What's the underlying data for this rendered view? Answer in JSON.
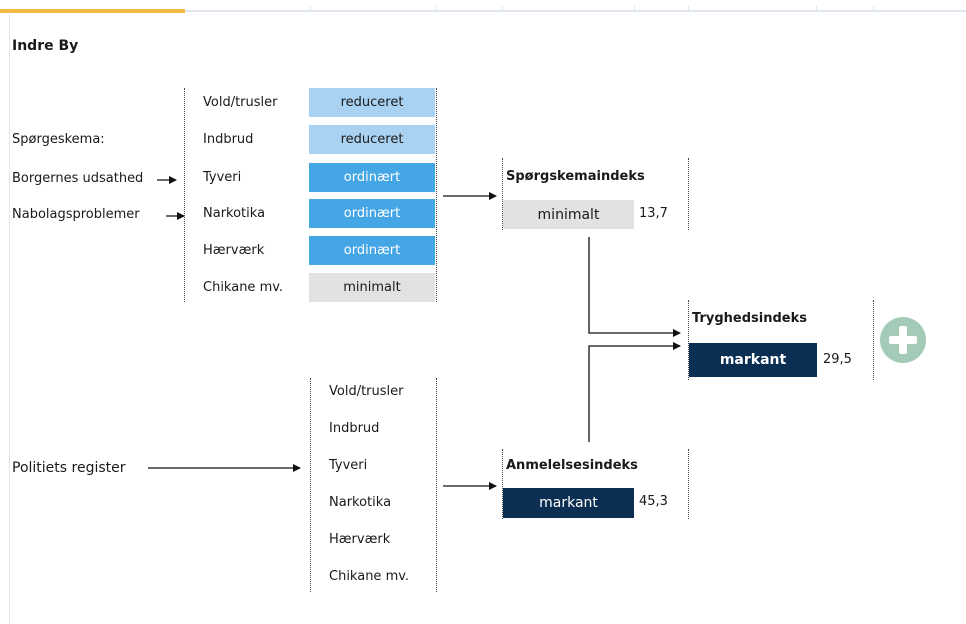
{
  "title": "Indre By",
  "sources": {
    "questionnaire_label": "Spørgeskema:",
    "inputs": [
      "Borgernes udsathed",
      "Nabolagsproblemer"
    ],
    "police_register": "Politiets register"
  },
  "questionnaire_categories": [
    {
      "label": "Vold/trusler",
      "level": "reduceret"
    },
    {
      "label": "Indbrud",
      "level": "reduceret"
    },
    {
      "label": "Tyveri",
      "level": "ordinært"
    },
    {
      "label": "Narkotika",
      "level": "ordinært"
    },
    {
      "label": "Hærværk",
      "level": "ordinært"
    },
    {
      "label": "Chikane mv.",
      "level": "minimalt"
    }
  ],
  "register_categories": [
    "Vold/trusler",
    "Indbrud",
    "Tyveri",
    "Narkotika",
    "Hærværk",
    "Chikane mv."
  ],
  "indices": {
    "survey": {
      "title": "Spørgskemaindeks",
      "level": "minimalt",
      "value": "13,7"
    },
    "report": {
      "title": "Anmelelsesindeks",
      "level": "markant",
      "value": "45,3"
    },
    "safety": {
      "title": "Tryghedsindeks",
      "level": "markant",
      "value": "29,5"
    }
  },
  "colors": {
    "reduceret": "#a9d2f2",
    "ordinært": "#45a6e6",
    "minimalt": "#e2e2e2",
    "markant": "#0b2f52",
    "accent": "#f5b942",
    "add_button": "#a4cbb7"
  },
  "icons": {
    "add": "plus-circle-icon"
  }
}
